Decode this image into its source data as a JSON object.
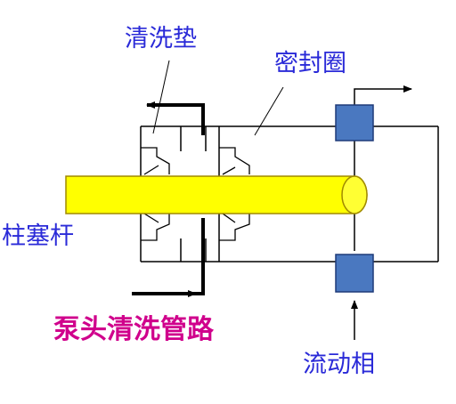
{
  "labels": {
    "wash_pad": "清洗垫",
    "seal_ring": "密封圈",
    "plunger_rod": "柱塞杆",
    "pump_head_wash_line": "泵头清洗管路",
    "mobile_phase": "流动相"
  },
  "colors": {
    "label_blue": "#2a2ad8",
    "label_magenta": "#d0008c",
    "rod_fill": "#ffff00",
    "rod_stroke": "#a08a00",
    "valve_fill": "#4a78c0",
    "valve_stroke": "#1e3a78",
    "line": "#000000"
  }
}
